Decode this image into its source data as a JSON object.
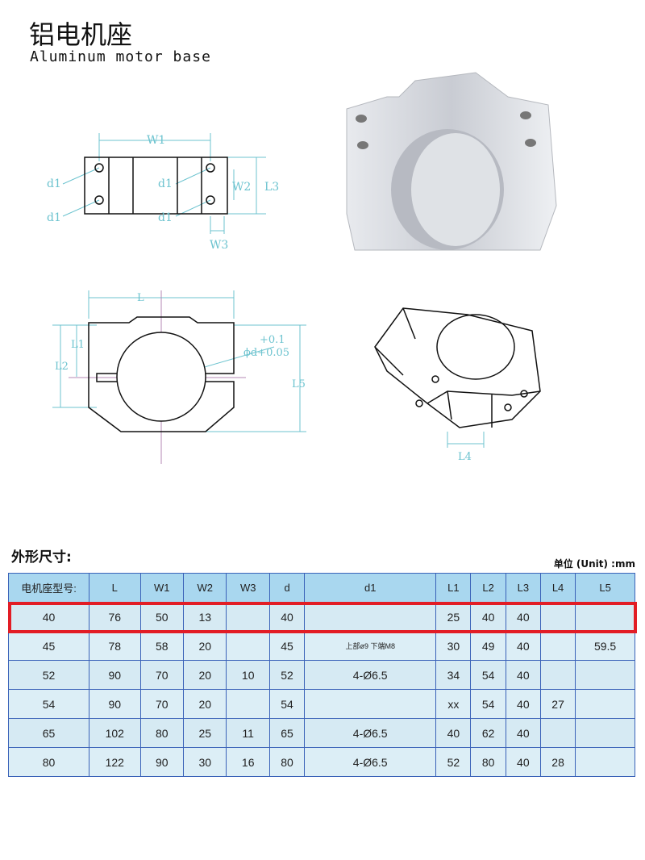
{
  "header": {
    "title_cn": "铝电机座",
    "title_en": "Aluminum motor base"
  },
  "diagram_labels": {
    "w1": "W1",
    "w2": "W2",
    "w3": "W3",
    "d1": "d1",
    "l3": "L3",
    "l": "L",
    "l1": "L1",
    "l2": "L2",
    "l5": "L5",
    "l4": "L4",
    "tol_upper": "+0.1",
    "tol_lower": "ϕd+0.05"
  },
  "table": {
    "section_title": "外形尺寸:",
    "unit": "单位 (Unit) :mm",
    "headers": [
      "电机座型号:",
      "L",
      "W1",
      "W2",
      "W3",
      "d",
      "d1",
      "L1",
      "L2",
      "L3",
      "L4",
      "L5"
    ],
    "rows": [
      [
        "40",
        "76",
        "50",
        "13",
        "",
        "40",
        "",
        "25",
        "40",
        "40",
        "",
        ""
      ],
      [
        "45",
        "78",
        "58",
        "20",
        "",
        "45",
        "上部ø9 下端M8",
        "30",
        "49",
        "40",
        "",
        "59.5"
      ],
      [
        "52",
        "90",
        "70",
        "20",
        "10",
        "52",
        "4-Ø6.5",
        "34",
        "54",
        "40",
        "",
        ""
      ],
      [
        "54",
        "90",
        "70",
        "20",
        "",
        "54",
        "",
        "xx",
        "54",
        "40",
        "27",
        ""
      ],
      [
        "65",
        "102",
        "80",
        "25",
        "11",
        "65",
        "4-Ø6.5",
        "40",
        "62",
        "40",
        "",
        ""
      ],
      [
        "80",
        "122",
        "90",
        "30",
        "16",
        "80",
        "4-Ø6.5",
        "52",
        "80",
        "40",
        "28",
        ""
      ]
    ],
    "highlight_color": "#e21d25"
  }
}
